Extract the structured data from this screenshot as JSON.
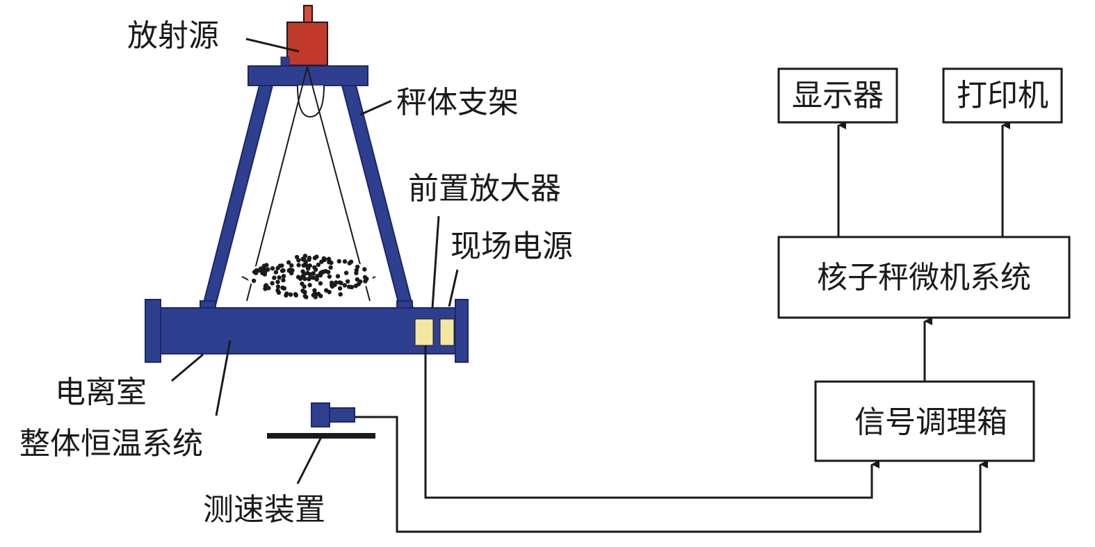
{
  "labels": {
    "radiation_source": "放射源",
    "scale_frame": "秤体支架",
    "preamplifier": "前置放大器",
    "field_power": "现场电源",
    "ionization_chamber": "电离室",
    "thermostat_system": "整体恒温系统",
    "speed_device": "测速装置"
  },
  "boxes": {
    "display": "显示器",
    "printer": "打印机",
    "microcomputer": "核子秤微机系统",
    "signal_box": "信号调理箱"
  },
  "colors": {
    "frame_blue": "#2e3f8f",
    "source_red": "#c0392b",
    "preamp_yellow": "#f3e6a0",
    "line": "#1a1a1a"
  }
}
